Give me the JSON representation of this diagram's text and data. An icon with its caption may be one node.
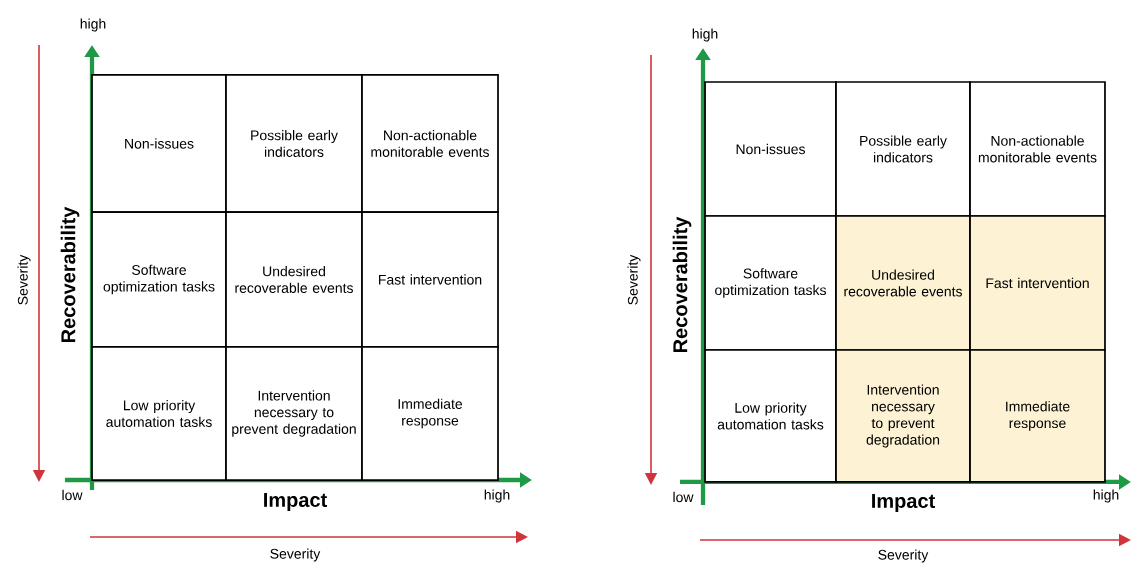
{
  "diagram": {
    "nodes": [
      {
        "text": [
          "Non-issues"
        ]
      },
      {
        "text": [
          "Possible early indicators"
        ]
      },
      {
        "text": [
          "Non-actionable monitorable events"
        ]
      },
      {
        "text": [
          "Software optimization tasks"
        ]
      },
      {
        "text": [
          "Undesired recoverable events"
        ]
      },
      {
        "text": [
          "Fast intervention"
        ]
      },
      {
        "text": [
          "Low priority automation tasks"
        ]
      },
      {
        "text": [
          "Intervention necessary to prevent degradation"
        ]
      },
      {
        "text": [
          "Immediate response"
        ]
      },
      {
        "text": [
          "Non-issues"
        ]
      },
      {
        "text": [
          "Possible early indicators"
        ]
      },
      {
        "text": [
          "Non-actionable monitorable events"
        ]
      },
      {
        "text": [
          "Software optimization tasks"
        ]
      },
      {
        "text": [
          "Undesired recoverable events"
        ]
      },
      {
        "text": [
          "Fast intervention"
        ]
      },
      {
        "text": [
          "Low priority automation tasks"
        ]
      },
      {
        "text": [
          "Intervention necessary to prevent degradation"
        ]
      },
      {
        "text": [
          "Immediate response"
        ]
      }
    ],
    "labels": [
      "high",
      "Severity",
      "Recoverability",
      "low",
      "Impact",
      "high",
      "Severity",
      "high",
      "Severity",
      "Recoverability",
      "low",
      "Impact",
      "high",
      "Severity"
    ]
  }
}
